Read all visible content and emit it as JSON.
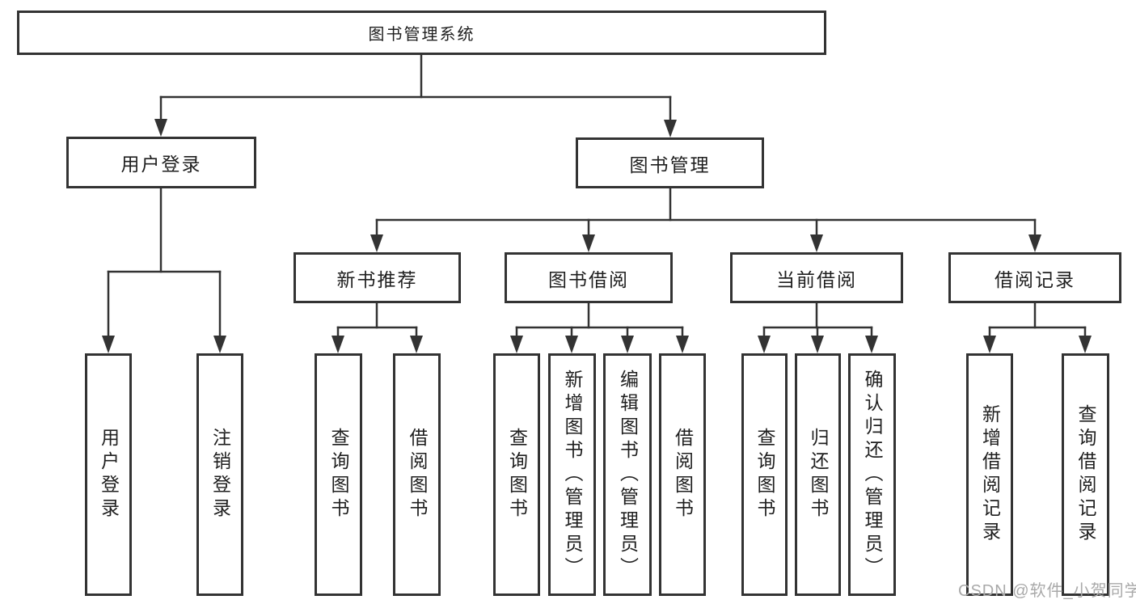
{
  "diagram": {
    "title": "图书管理系统",
    "user_login": {
      "label": "用户登录",
      "children": [
        {
          "label": "用户登录"
        },
        {
          "label": "注销登录"
        }
      ]
    },
    "book_management": {
      "label": "图书管理",
      "modules": [
        {
          "label": "新书推荐",
          "children": [
            {
              "label": "查询图书"
            },
            {
              "label": "借阅图书"
            }
          ]
        },
        {
          "label": "图书借阅",
          "children": [
            {
              "label": "查询图书"
            },
            {
              "label": "新增图书（管理员）"
            },
            {
              "label": "编辑图书（管理员）"
            },
            {
              "label": "借阅图书"
            }
          ]
        },
        {
          "label": "当前借阅",
          "children": [
            {
              "label": "查询图书"
            },
            {
              "label": "归还图书"
            },
            {
              "label": "确认归还（管理员）"
            }
          ]
        },
        {
          "label": "借阅记录",
          "children": [
            {
              "label": "新增借阅记录"
            },
            {
              "label": "查询借阅记录"
            }
          ]
        }
      ]
    }
  },
  "watermark": {
    "text": "CSDN @软件_小贺同学"
  },
  "colors": {
    "line": "#333333",
    "box_border": "#333333",
    "text": "#1f1f1f",
    "watermark": "#a9a9a9",
    "background": "#ffffff"
  }
}
